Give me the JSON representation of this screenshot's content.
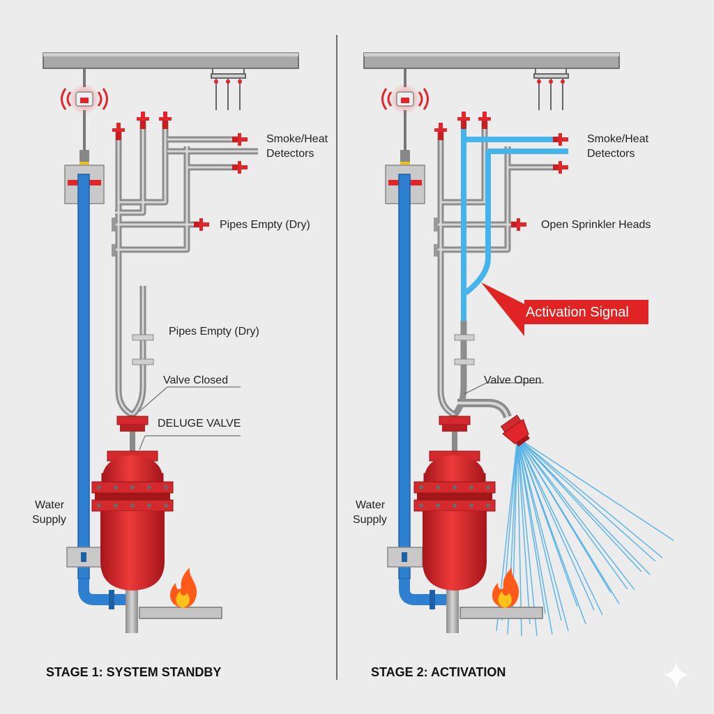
{
  "stage1": {
    "title": "STAGE 1: SYSTEM STANDBY",
    "detectors_label_1": "Smoke/Heat",
    "detectors_label_2": "Detectors",
    "pipes_label_upper": "Pipes Empty (Dry)",
    "pipes_label_lower": "Pipes Empty (Dry)",
    "valve_state_label": "Valve Closed",
    "deluge_label": "DELUGE VALVE",
    "water_label_1": "Water",
    "water_label_2": "Supply"
  },
  "stage2": {
    "title": "STAGE 2: ACTIVATION",
    "detectors_label_1": "Smoke/Heat",
    "detectors_label_2": "Detectors",
    "sprinkler_label": "Open Sprinkler Heads",
    "signal_label": "Activation Signal",
    "valve_state_label": "Valve Open",
    "water_label_1": "Water",
    "water_label_2": "Supply"
  },
  "colors": {
    "background": "#ececec",
    "water": "#2f7fd0",
    "valve_red": "#e0262b",
    "pipe_gray": "#b9b9b9",
    "signal_red": "#e02424",
    "spray_blue": "#3aa8e8"
  },
  "icons": [
    "alarm-icon",
    "fire-icon",
    "sprinkler-head-icon",
    "arrow-icon",
    "sparkle-icon"
  ]
}
